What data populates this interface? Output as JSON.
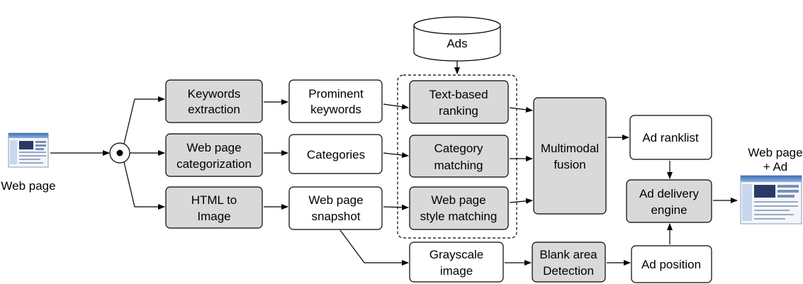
{
  "database": {
    "label": "Ads"
  },
  "input": {
    "label": "Web page"
  },
  "output": {
    "label_line1": "Web page",
    "label_line2": "+ Ad"
  },
  "nodes": {
    "keywords_extraction": {
      "line1": "Keywords",
      "line2": "extraction"
    },
    "web_page_categorization": {
      "line1": "Web page",
      "line2": "categorization"
    },
    "html_to_image": {
      "line1": "HTML to",
      "line2": "Image"
    },
    "prominent_keywords": {
      "line1": "Prominent",
      "line2": "keywords"
    },
    "categories": {
      "line1": "Categories"
    },
    "web_page_snapshot": {
      "line1": "Web page",
      "line2": "snapshot"
    },
    "text_based_ranking": {
      "line1": "Text-based",
      "line2": "ranking"
    },
    "category_matching": {
      "line1": "Category",
      "line2": "matching"
    },
    "style_matching": {
      "line1": "Web page",
      "line2": "style matching"
    },
    "multimodal_fusion": {
      "line1": "Multimodal",
      "line2": "fusion"
    },
    "ad_ranklist": {
      "line1": "Ad ranklist"
    },
    "ad_delivery_engine": {
      "line1": "Ad delivery",
      "line2": "engine"
    },
    "grayscale_image": {
      "line1": "Grayscale",
      "line2": "image"
    },
    "blank_area_detection": {
      "line1": "Blank area",
      "line2": "Detection"
    },
    "ad_position": {
      "line1": "Ad position"
    }
  },
  "colors": {
    "process_fill": "#d9d9d9",
    "data_fill": "#ffffff",
    "stroke": "#000000"
  }
}
